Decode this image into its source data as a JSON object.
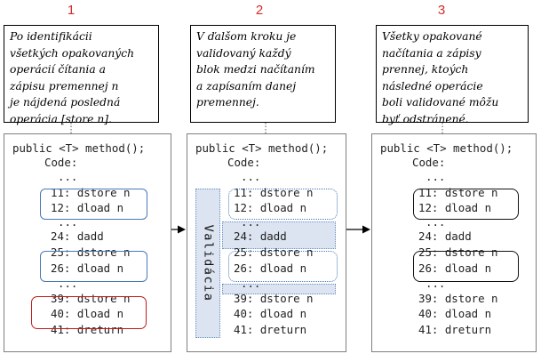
{
  "steps": [
    {
      "number": "1",
      "note": [
        "Po identifikácii",
        "všetkých opakovaných",
        "operácií čítania a",
        "zápisu premennej n",
        "je nájdená posledná",
        "operácia [store n]."
      ],
      "code": [
        "public <T> method();",
        "Code:",
        "...",
        "11: dstore n",
        "12: dload n",
        "...",
        "24: dadd",
        "25: dstore n",
        "26: dload n",
        "...",
        "39: dstore n",
        "40: dload n",
        "41: dreturn"
      ]
    },
    {
      "number": "2",
      "note": [
        "V ďalšom kroku je",
        "validovaný každý",
        "blok medzi načítaním",
        "a zapísaním danej",
        "premennej."
      ],
      "validation_label": "Validácia",
      "code": [
        "public <T> method();",
        "Code:",
        "...",
        "11: dstore n",
        "12: dload n",
        "...",
        "24: dadd",
        "25: dstore n",
        "26: dload n",
        "...",
        "39: dstore n",
        "40: dload n",
        "41: dreturn"
      ]
    },
    {
      "number": "3",
      "note": [
        "Všetky opakované",
        "načítania a zápisy",
        "prennej, ktoých",
        "následné operácie",
        "boli validované môžu",
        "byť odstránené."
      ],
      "code": [
        "public <T> method();",
        "Code:",
        "...",
        "11: dstore n",
        "12: dload n",
        "...",
        "24: dadd",
        "25: dstore n",
        "26: dload n",
        "...",
        "39: dstore n",
        "40: dload n",
        "41: dreturn"
      ]
    }
  ],
  "colors": {
    "step_number": "#d42a2a",
    "blue_box": "#4a78b8",
    "red_box": "#c01b1b",
    "validation_fill": "#dbe4f0"
  }
}
